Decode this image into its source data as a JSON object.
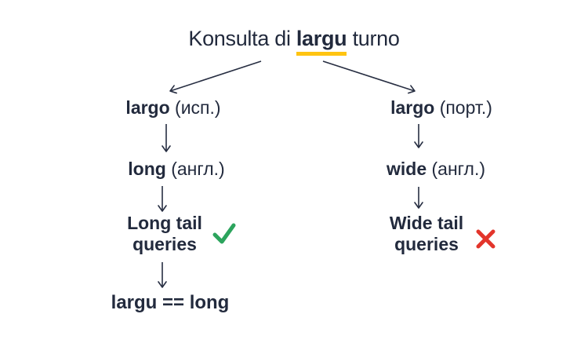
{
  "colors": {
    "text": "#222A3D",
    "underline": "#FFC411",
    "arrow": "#272E42",
    "check_green": "#2CA45D",
    "cross_red": "#E3352B",
    "background": "#FFFFFF"
  },
  "title": {
    "prefix": "Konsulta di",
    "highlight": "largu",
    "suffix": "turno"
  },
  "left_branch": {
    "lang1": {
      "word": "largo",
      "lang": "(исп.)"
    },
    "lang2": {
      "word": "long",
      "lang": "(англ.)"
    },
    "result": {
      "line1": "Long tail",
      "line2": "queries"
    },
    "verdict_icon": "check-icon",
    "conclusion": "largu == long"
  },
  "right_branch": {
    "lang1": {
      "word": "largo",
      "lang": "(порт.)"
    },
    "lang2": {
      "word": "wide",
      "lang": "(англ.)"
    },
    "result": {
      "line1": "Wide tail",
      "line2": "queries"
    },
    "verdict_icon": "cross-icon"
  }
}
